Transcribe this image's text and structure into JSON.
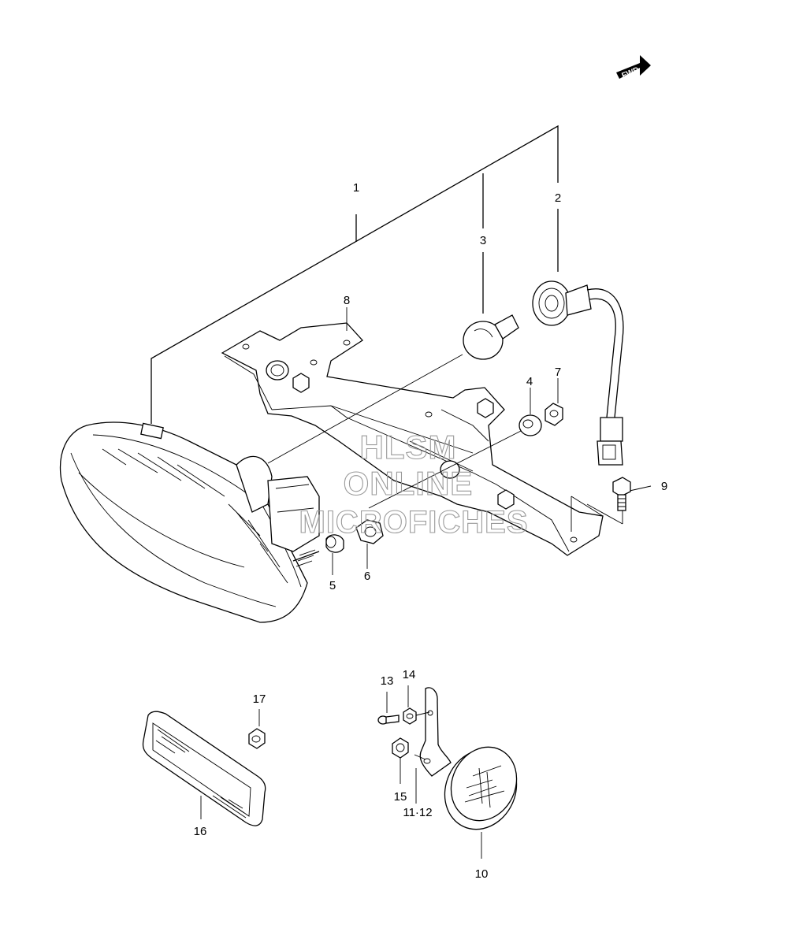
{
  "diagram": {
    "fwd_label": "FWD",
    "callouts": {
      "c1": "1",
      "c2": "2",
      "c3": "3",
      "c4": "4",
      "c5": "5",
      "c6": "6",
      "c7": "7",
      "c8": "8",
      "c9": "9",
      "c10": "10",
      "c11_12": "11·12",
      "c13": "13",
      "c14": "14",
      "c15": "15",
      "c16": "16",
      "c17": "17"
    },
    "watermark": {
      "line1": "HLSM",
      "line2": "ONLINE",
      "line3": "MICROFICHES"
    }
  }
}
